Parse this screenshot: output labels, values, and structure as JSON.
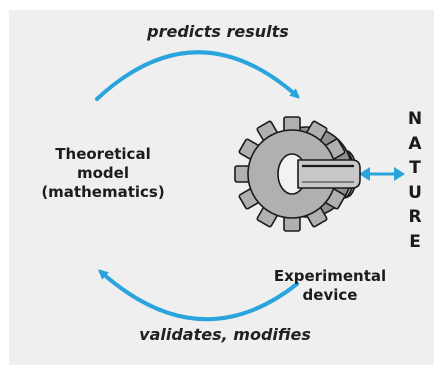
{
  "diagram": {
    "top_arrow_label": "predicts results",
    "bottom_arrow_label": "validates, modifies",
    "theoretical_model_label": [
      "Theoretical",
      "model",
      "(mathematics)"
    ],
    "experimental_device_label": [
      "Experimental",
      "device"
    ],
    "nature_letters": [
      "N",
      "A",
      "T",
      "U",
      "R",
      "E"
    ],
    "colors": {
      "arrow": "#2aa4dc",
      "background": "#efefef",
      "gear": "#a9a9a9",
      "text": "#1c1c1c"
    }
  }
}
